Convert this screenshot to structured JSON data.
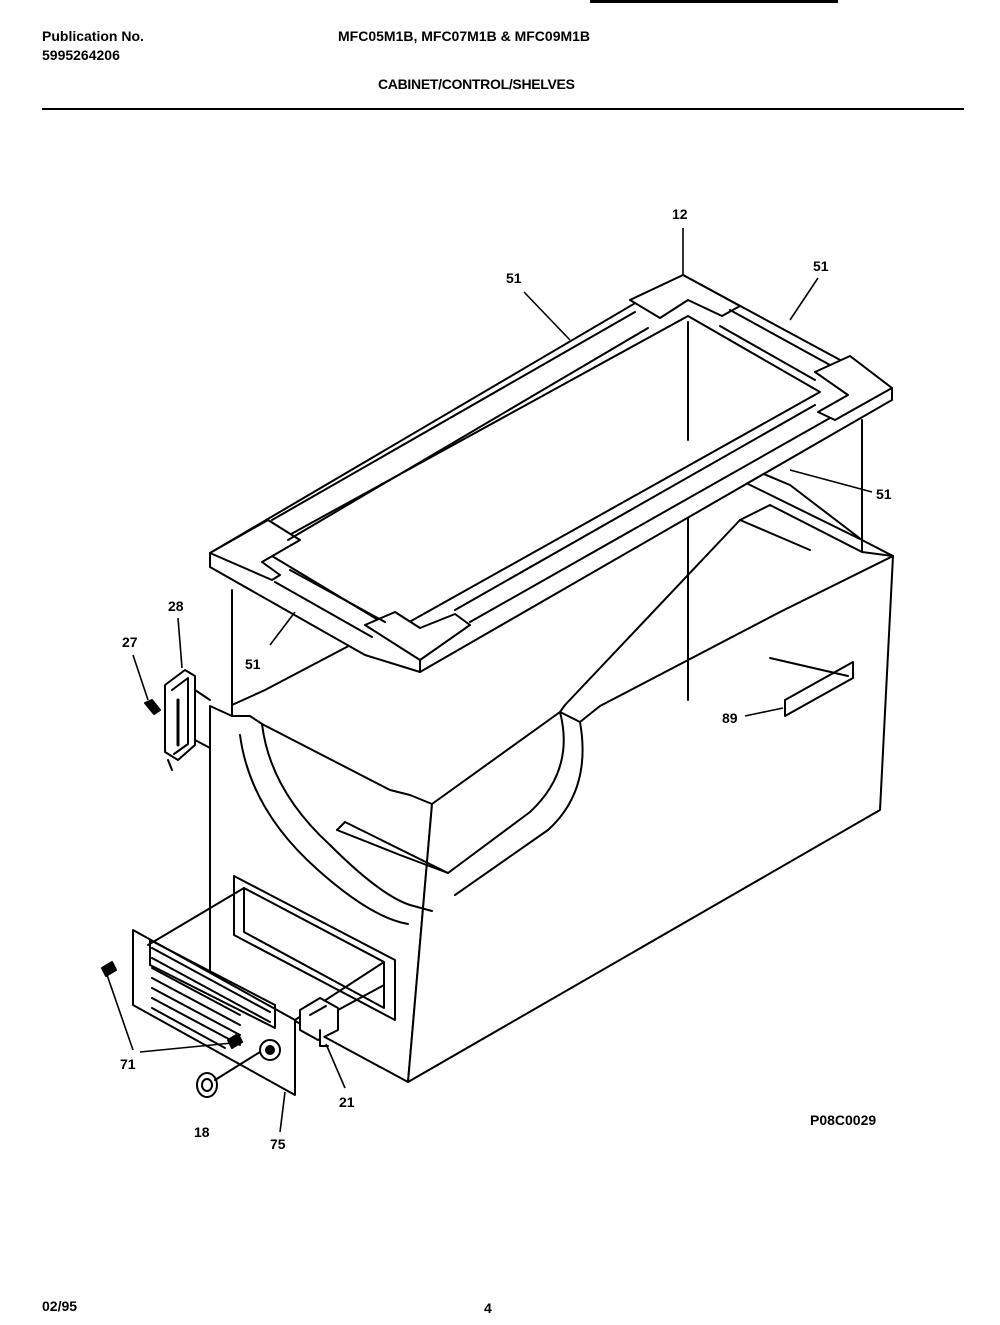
{
  "header": {
    "publication_label": "Publication No.",
    "publication_number": "5995264206",
    "models": "MFC05M1B, MFC07M1B & MFC09M1B",
    "section_title": "CABINET/CONTROL/SHELVES"
  },
  "diagram": {
    "callouts": {
      "c12": "12",
      "c51_top": "51",
      "c51_right_top": "51",
      "c51_right": "51",
      "c51_left": "51",
      "c28": "28",
      "c27": "27",
      "c89": "89",
      "c71": "71",
      "c21": "21",
      "c18": "18",
      "c75": "75"
    },
    "figure_id": "P08C0029"
  },
  "footer": {
    "date": "02/95",
    "page": "4"
  }
}
